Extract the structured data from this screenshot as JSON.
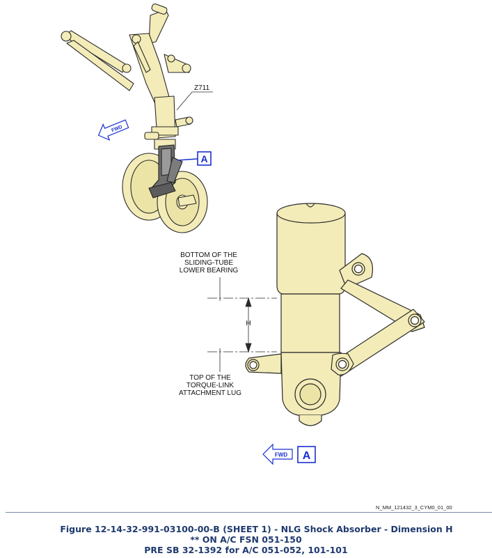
{
  "callouts": {
    "z711": "Z711",
    "detail_ref_top": "A",
    "detail_ref_bottom": "A",
    "fwd_top": "FWD",
    "fwd_bottom": "FWD",
    "bottom_of_tube": [
      "BOTTOM OF THE",
      "SLIDING-TUBE",
      "LOWER BEARING"
    ],
    "top_of_lug": [
      "TOP OF THE",
      "TORQUE-LINK",
      "ATTACHMENT LUG"
    ],
    "dimension": "H"
  },
  "drawing_id": "N_MM_121432_3_CYM0_01_00",
  "caption": {
    "line1": "Figure 12-14-32-991-03100-00-B (SHEET 1) - NLG Shock Absorber - Dimension H",
    "line2": "** ON A/C FSN 051-150",
    "line3": "PRE SB 32-1392 for A/C 051-052, 101-101"
  },
  "colors": {
    "part_fill": "#f3ecb8",
    "outline": "#2a2a2a",
    "callout_blue": "#1a2fd0",
    "caption_blue": "#1f3a6e"
  }
}
